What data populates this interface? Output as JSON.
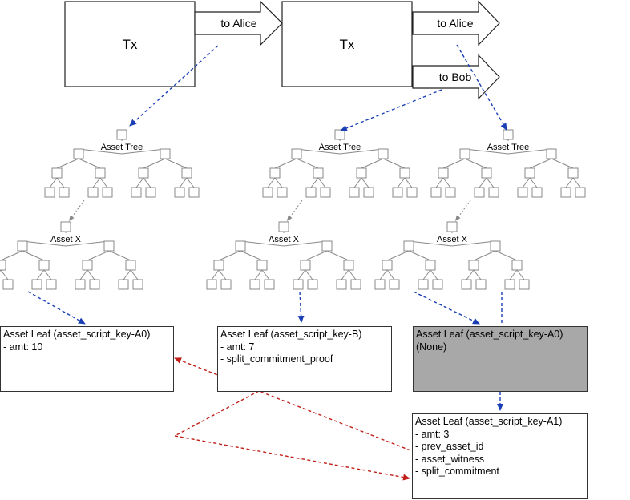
{
  "colors": {
    "blue_link": "#1a3fb5",
    "red_link": "#c0201a",
    "tree_gray": "#888888",
    "inner_fill": "#ffffff",
    "none_fill": "#a8a8a8"
  },
  "transactions": [
    {
      "label": "Tx",
      "outputs": [
        "to Alice"
      ]
    },
    {
      "label": "Tx",
      "outputs": [
        "to Alice",
        "to Bob"
      ]
    }
  ],
  "trees": [
    {
      "top_label": "Asset Tree",
      "inner_label": "Asset X"
    },
    {
      "top_label": "Asset Tree",
      "inner_label": "Asset X"
    },
    {
      "top_label": "Asset Tree",
      "inner_label": "Asset X"
    }
  ],
  "leaves": [
    {
      "id": "leafA0",
      "lines": [
        "Asset Leaf (asset_script_key-A0)",
        "- amt: 10"
      ]
    },
    {
      "id": "leafB",
      "lines": [
        "Asset Leaf (asset_script_key-B)",
        "- amt: 7",
        "- split_commitment_proof"
      ]
    },
    {
      "id": "leafNone",
      "lines": [
        "Asset Leaf (asset_script_key-A0)",
        "(None)"
      ]
    },
    {
      "id": "leafA1",
      "lines": [
        "Asset Leaf (asset_script_key-A1)",
        "- amt: 3",
        "- prev_asset_id",
        "- asset_witness",
        "- split_commitment"
      ]
    }
  ]
}
